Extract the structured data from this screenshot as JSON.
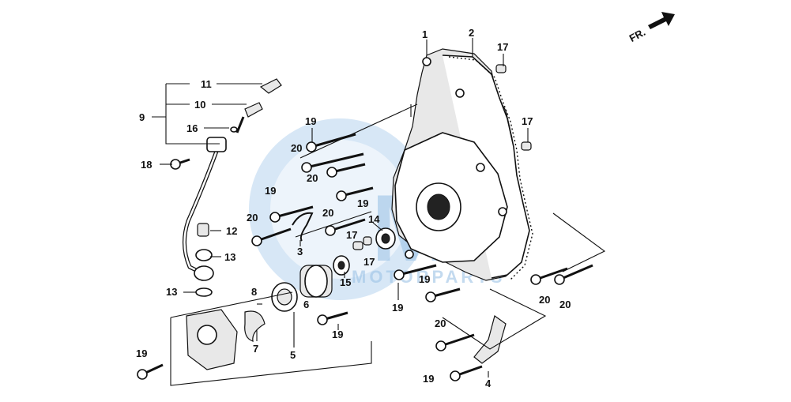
{
  "direction_indicator": {
    "label": "FR.",
    "icon": "front-direction-arrow-icon"
  },
  "watermark": {
    "brand": "MS",
    "tagline": "MOTORPARTS"
  },
  "callouts": {
    "c1": "1",
    "c2": "2",
    "c3": "3",
    "c4": "4",
    "c5": "5",
    "c6": "6",
    "c7": "7",
    "c8": "8",
    "c9": "9",
    "c10": "10",
    "c11": "11",
    "c12": "12",
    "c13a": "13",
    "c13b": "13",
    "c14": "14",
    "c15": "15",
    "c16": "16",
    "c17a": "17",
    "c17b": "17",
    "c17c": "17",
    "c17d": "17",
    "c18": "18",
    "c19a": "19",
    "c19b": "19",
    "c19c": "19",
    "c19d": "19",
    "c19e": "19",
    "c19f": "19",
    "c19g": "19",
    "c19h": "19",
    "c20a": "20",
    "c20b": "20",
    "c20c": "20",
    "c20d": "20",
    "c20e": "20",
    "c20f": "20",
    "c20g": "20"
  }
}
